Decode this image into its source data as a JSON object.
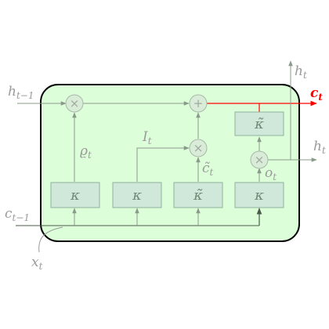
{
  "colors": {
    "cell_fill": "#dcffd9",
    "cell_stroke": "#000000",
    "gate_fill": "#cfe8d9",
    "gate_stroke": "#8fb29a",
    "op_fill": "#d8ecd8",
    "arrow_gray": "#8a9a8a",
    "highlight": "#ff0000",
    "label_gray": "#9a9a9a"
  },
  "labels": {
    "h_prev": "h",
    "h_prev_sub": "t−1",
    "c_prev": "c",
    "c_prev_sub": "t−1",
    "x_t": "x",
    "x_t_sub": "t",
    "c_t": "c",
    "c_t_sub": "t",
    "h_t_top": "h",
    "h_t_top_sub": "t",
    "h_t_right": "h",
    "h_t_right_sub": "t",
    "rho_t": "ϱ",
    "rho_t_sub": "t",
    "I_t": "I",
    "I_t_sub": "t",
    "c_tilde": "c̃",
    "c_tilde_sub": "t",
    "o_t": "o",
    "o_t_sub": "t"
  },
  "gates": [
    {
      "symbol": "κ"
    },
    {
      "symbol": "κ"
    },
    {
      "symbol": "κ̃"
    },
    {
      "symbol": "κ"
    },
    {
      "symbol": "κ̃"
    }
  ],
  "operators": [
    {
      "symbol": "×"
    },
    {
      "symbol": "+"
    },
    {
      "symbol": "×"
    },
    {
      "symbol": "×"
    }
  ]
}
